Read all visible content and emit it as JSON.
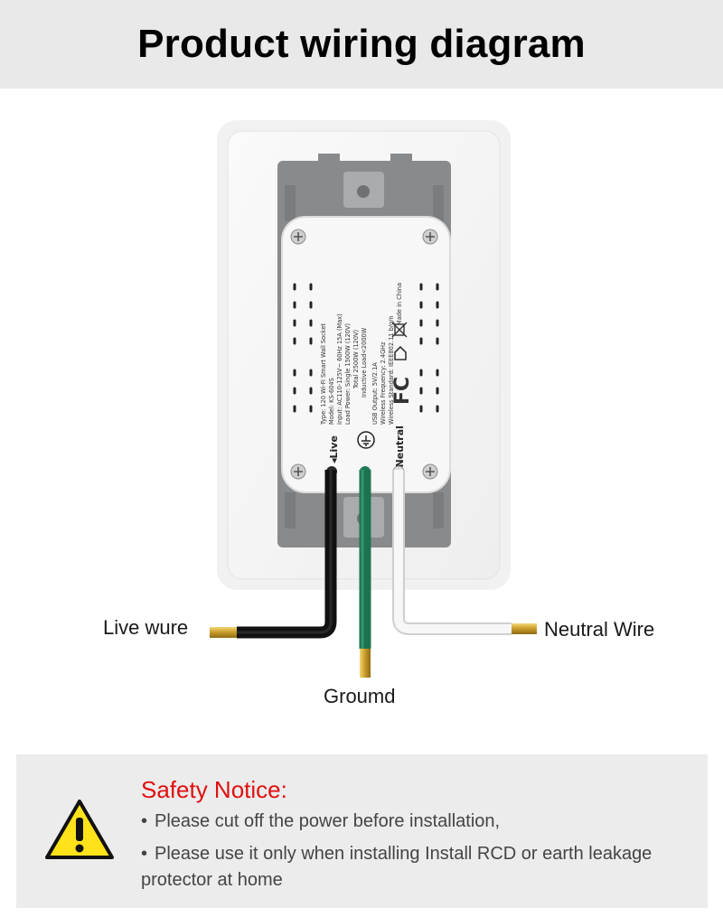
{
  "header": {
    "title": "Product wiring diagram"
  },
  "device_label": {
    "lines": [
      "Type: 120 Wi-Fi Smart Wall Socket",
      "Model: KS-604S",
      "Input: AC110-125V~ 60Hz 15A (Max)",
      "Load Power: Single 1500W (120V)",
      "Total 2500W (120V)",
      "Inductive Load<2000W",
      "USB Output: 5V/2.1A",
      "Wireless Frequency: 2.4GHz",
      "Wireless Standard: IEEE802.11 b/g/n",
      "Made in China"
    ],
    "terminal_live": "◂Live",
    "terminal_neutral": "◂Neutral",
    "fcc_mark": "FC"
  },
  "wires": {
    "live": "Live wure",
    "ground": "Groumd",
    "neutral": "Neutral Wire"
  },
  "colors": {
    "live_wire": "#1c1c1c",
    "ground_wire": "#1e7a55",
    "neutral_wire": "#f2f2f2",
    "notice_title": "#e01010",
    "warning_yellow": "#ffe21a"
  },
  "safety": {
    "title": "Safety Notice:",
    "items": [
      "Please cut off the power before installation,",
      "Please use it only when installing Install RCD or earth leakage protector at home"
    ],
    "icon": "warning-icon"
  }
}
